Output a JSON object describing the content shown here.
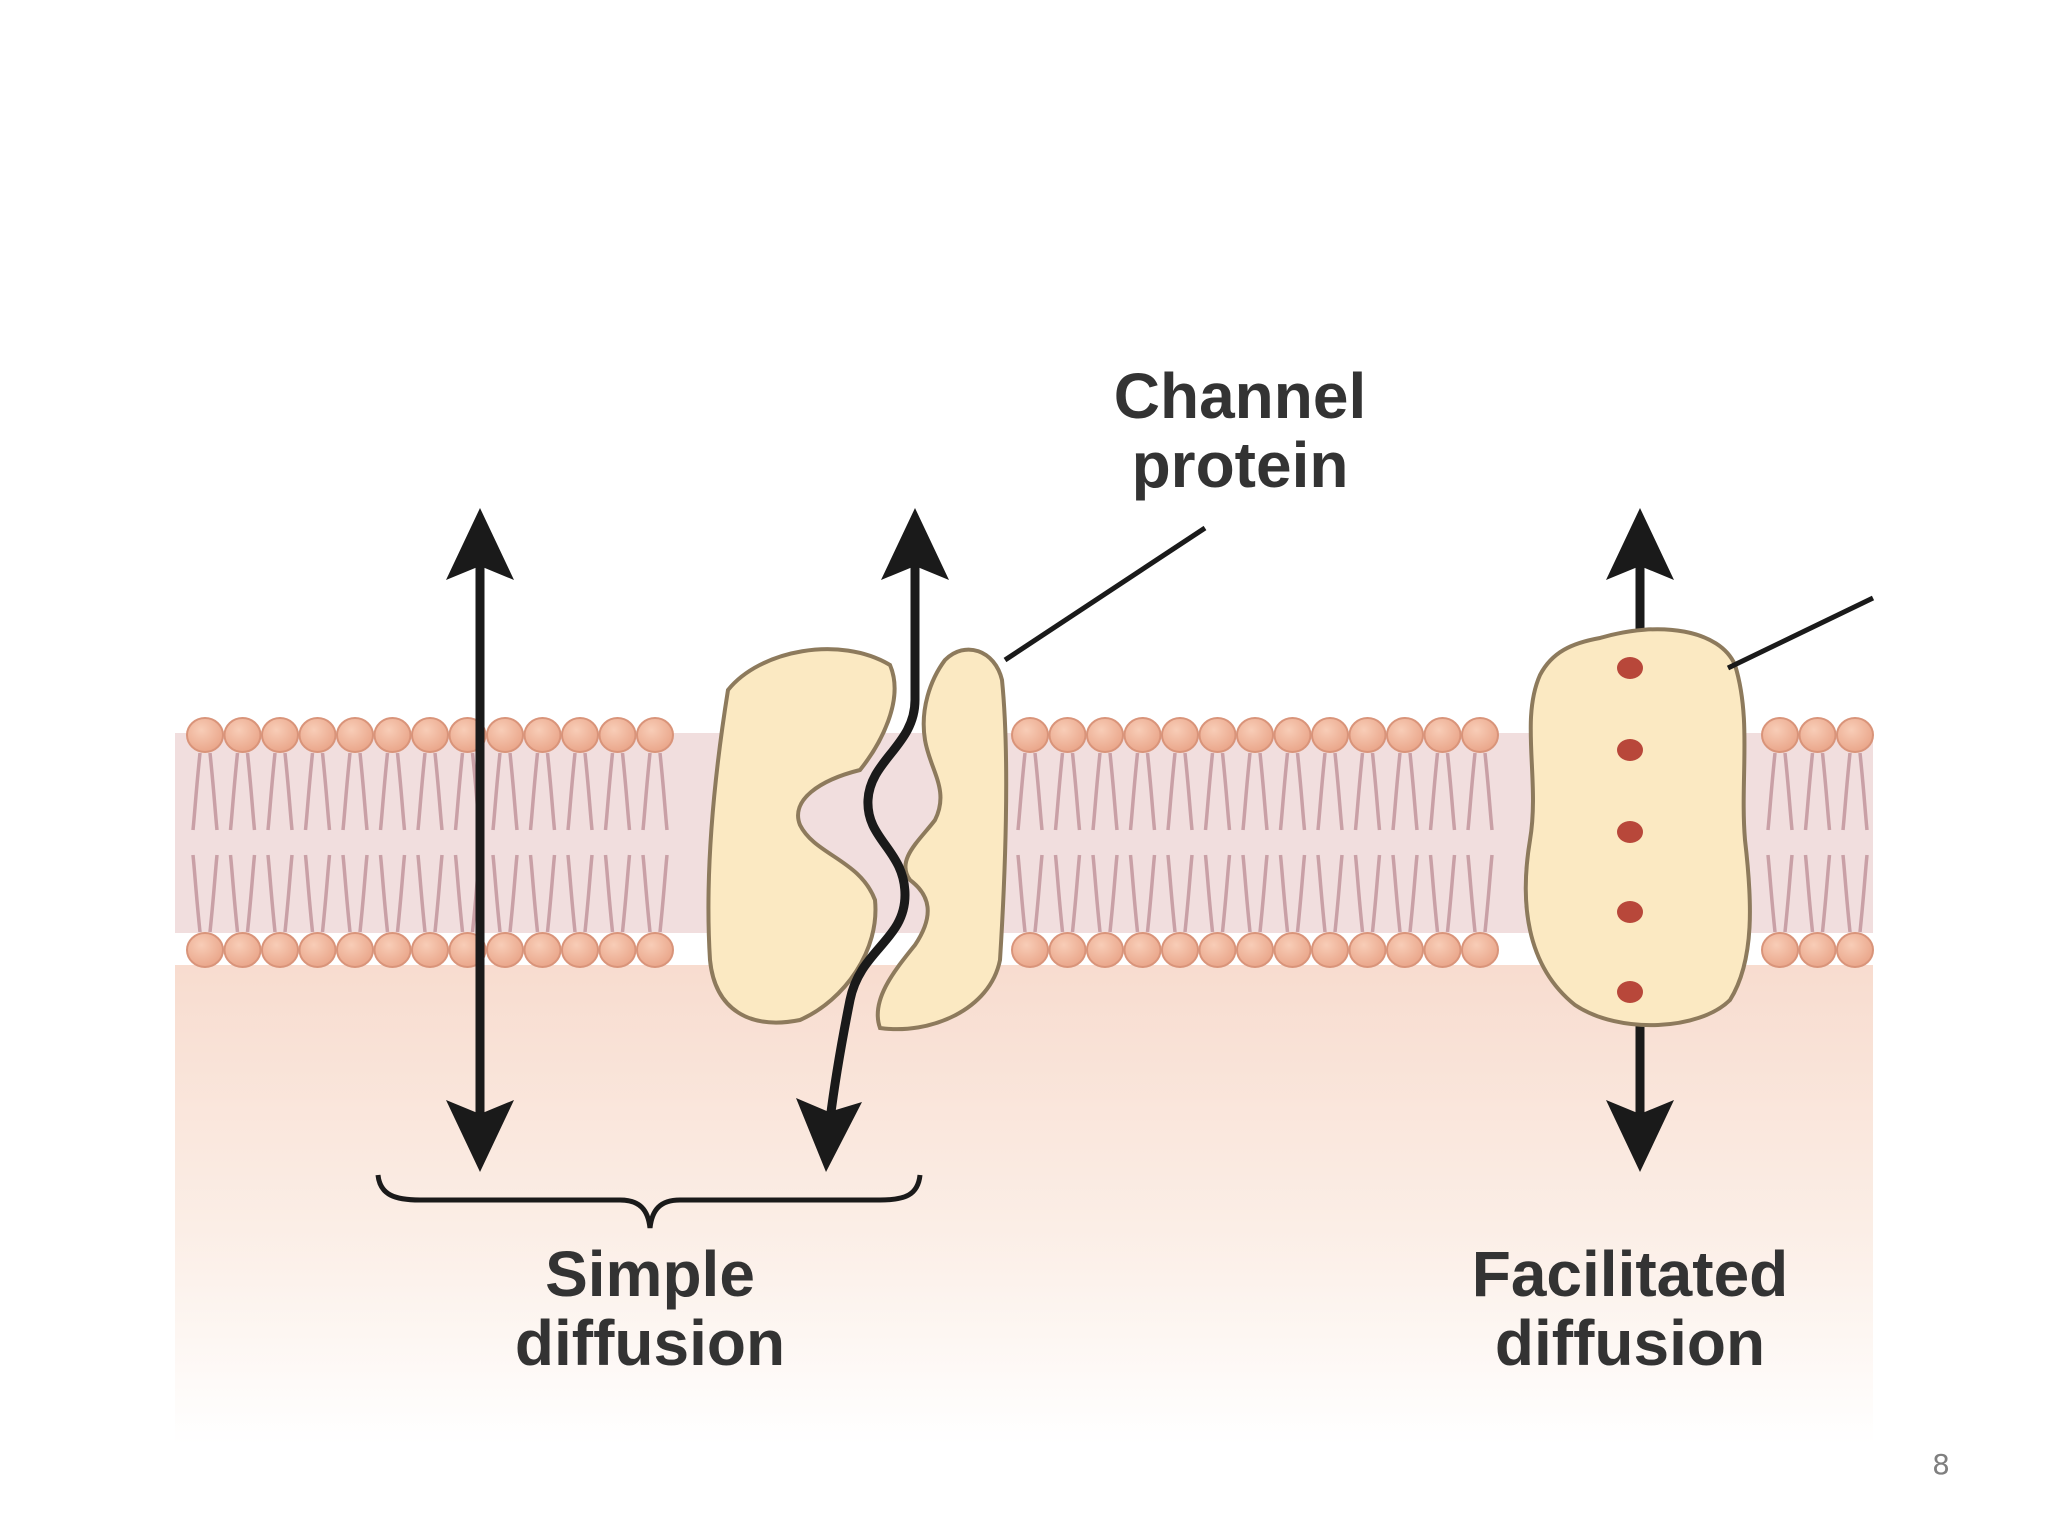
{
  "diagram": {
    "labels": {
      "channel_protein": "Channel\nprotein",
      "simple_diffusion": "Simple\ndiffusion",
      "facilitated_diffusion": "Facilitated\ndiffusion"
    },
    "colors": {
      "phospholipid_head": "#efb298",
      "head_outline": "#d9947a",
      "lipid_tail": "#c9a0a6",
      "membrane_core": "#f1dede",
      "protein_fill": "#fbe9c2",
      "protein_outline": "#8d7a5c",
      "solute_dot": "#b8473a",
      "arrow": "#1a1a1a",
      "cytoplasm_tint": "#f8dccf"
    },
    "icons": [
      "up-down-arrow-icon",
      "wavy-arrow-icon",
      "curly-brace-icon"
    ]
  },
  "slide": {
    "page_number": "8"
  }
}
